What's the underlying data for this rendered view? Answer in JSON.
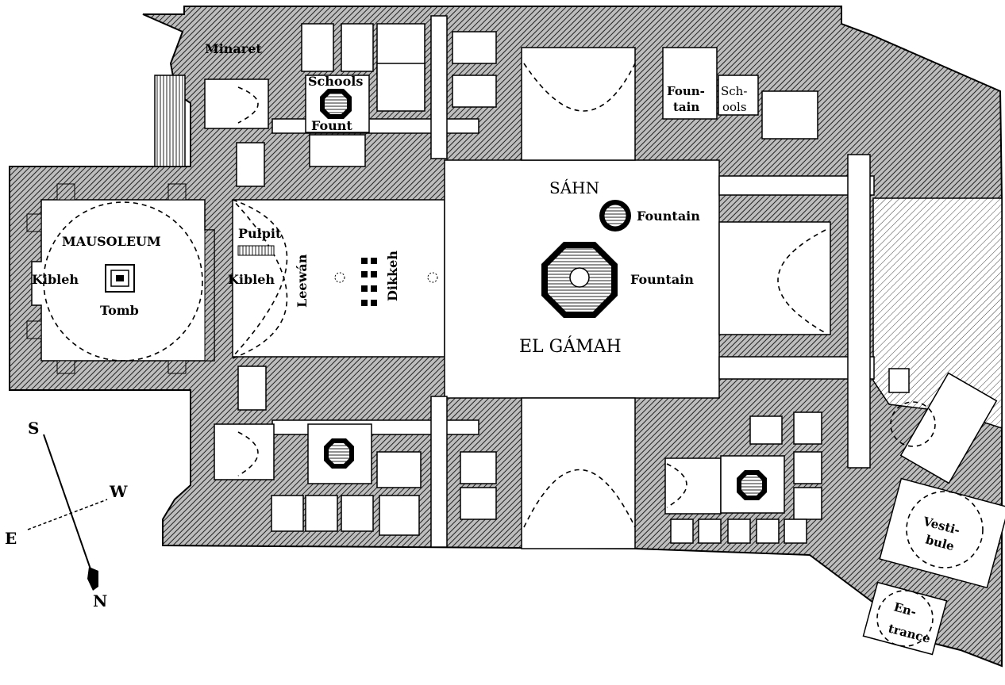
{
  "labels": {
    "minaret": "Minaret",
    "schools_left": "Schools",
    "fount": "Fount",
    "fountain_right_1": "Foun-",
    "fountain_right_2": "tain",
    "schools_right_1": "Sch-",
    "schools_right_2": "ools",
    "sahn": "SÁHN",
    "fountain_small": "Fountain",
    "fountain_large": "Fountain",
    "mausoleum": "MAUSOLEUM",
    "pulpit": "Pulpit",
    "kibleh_left": "Kibleh",
    "kibleh_right": "Kibleh",
    "tomb": "Tomb",
    "leewan": "Leewán",
    "dikkeh": "Dikkeh",
    "el_gamah": "EL GÁMAH",
    "vestibule_1": "Vesti-",
    "vestibule_2": "bule",
    "entrance_1": "En-",
    "entrance_2": "trance"
  },
  "compass": {
    "s": "S",
    "w": "W",
    "e": "E",
    "n": "N"
  }
}
